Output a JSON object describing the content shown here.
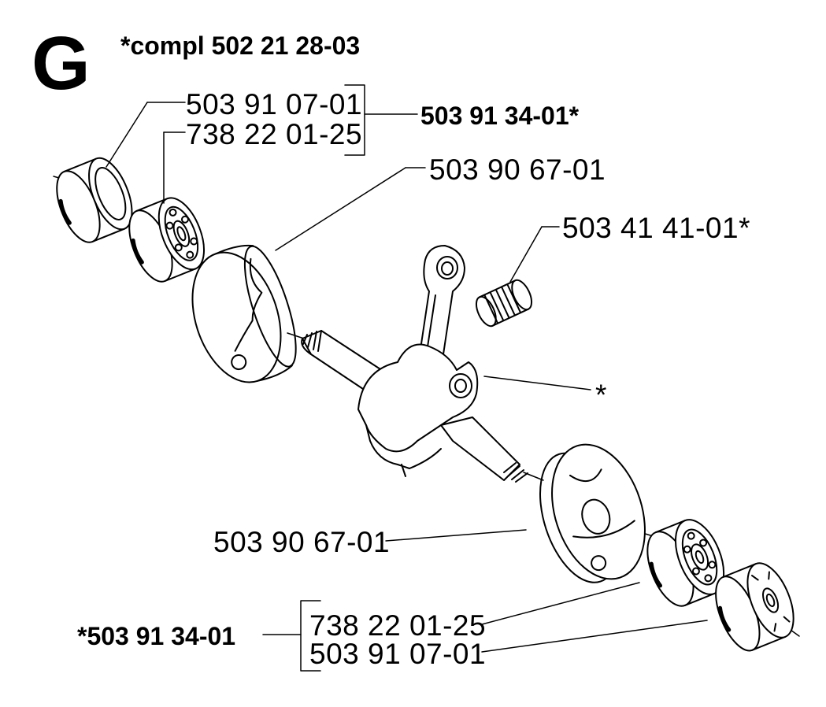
{
  "section_letter": "G",
  "assembly_title": "*compl 502 21 28-03",
  "labels": {
    "top_seal": "503 91 07-01",
    "top_bearing": "738 22 01-25",
    "top_kit": "503 91 34-01*",
    "top_flywheel_half": "503 90 67-01",
    "needle_bearing": "503 41 41-01*",
    "crank_note": "*",
    "bottom_flywheel_half": "503 90 67-01",
    "bottom_kit": "*503 91 34-01",
    "bottom_bearing": "738 22 01-25",
    "bottom_seal": "503 91 07-01"
  },
  "colors": {
    "ink": "#000000",
    "paper": "#ffffff"
  }
}
